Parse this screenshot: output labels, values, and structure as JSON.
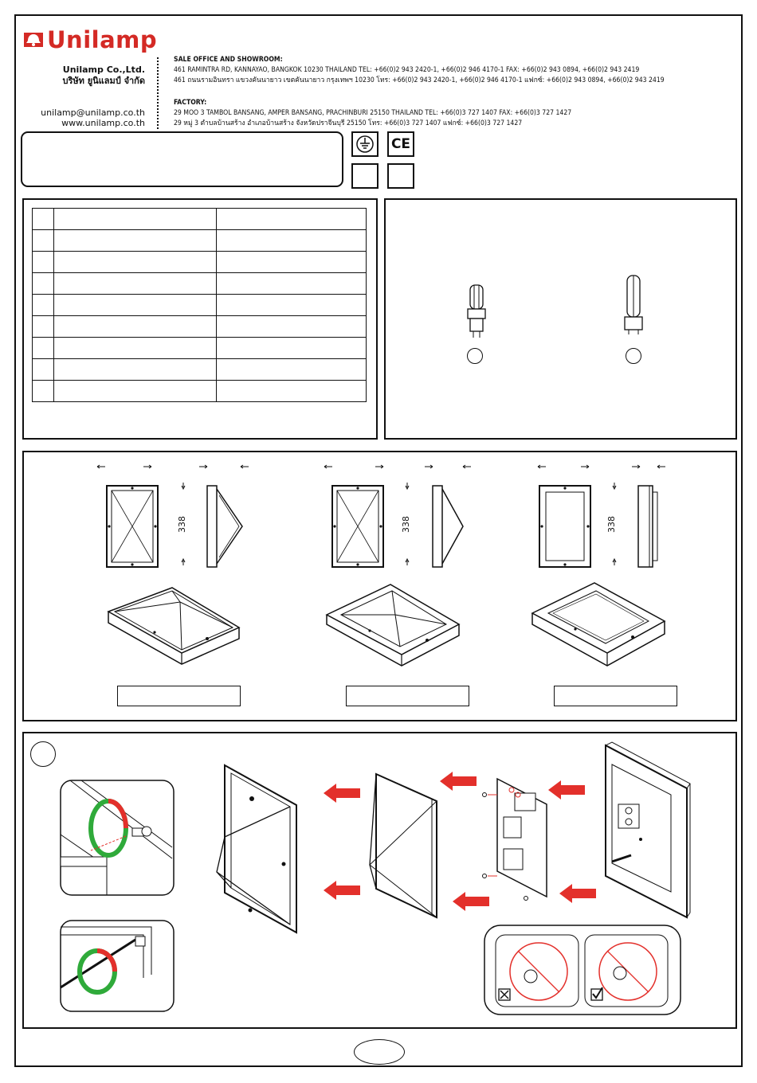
{
  "brand": {
    "name": "Unilamp",
    "color": "#d42a25"
  },
  "company": {
    "name_en": "Unilamp Co.,Ltd.",
    "name_th": "บริษัท ยูนิแลมป์ จำกัด",
    "email": "unilamp@unilamp.co.th",
    "website": "www.unilamp.co.th"
  },
  "sales_office": {
    "heading": "SALE OFFICE AND SHOWROOM:",
    "line_en": "461 RAMINTRA RD, KANNAYAO, BANGKOK 10230 THAILAND TEL: +66(0)2 943 2420-1, +66(0)2 946 4170-1 FAX: +66(0)2 943 0894, +66(0)2 943 2419",
    "line_th": "461 ถนนรามอินทรา แขวงคันนายาว เขตคันนายาว กรุงเทพฯ 10230  โทร: +66(0)2 943 2420-1, +66(0)2 946 4170-1 แฟกซ์: +66(0)2 943 0894, +66(0)2 943 2419"
  },
  "factory": {
    "heading": "FACTORY:",
    "line_en": "29 MOO 3 TAMBOL BANSANG, AMPER BANSANG, PRACHINBURI 25150 THAILAND TEL: +66(0)3 727 1407 FAX: +66(0)3 727 1427",
    "line_th": "29 หมู่ 3 ตำบลบ้านสร้าง อำเภอบ้านสร้าง จังหวัดปราจีนบุรี  25150  โทร: +66(0)3 727 1407 แฟกซ์: +66(0)3 727 1427"
  },
  "symbols": [
    {
      "name": "earth-ground-icon"
    },
    {
      "name": "ce-mark",
      "label": "CE"
    }
  ],
  "spec_table": {
    "rows": 9
  },
  "dimensions": {
    "height_label": "338"
  },
  "step": {
    "wrong_mark": "☒",
    "right_mark": "☑"
  },
  "colors": {
    "arrow": "#e3302b",
    "rotate_green": "#2faa3a",
    "rotate_red": "#e3302b"
  }
}
